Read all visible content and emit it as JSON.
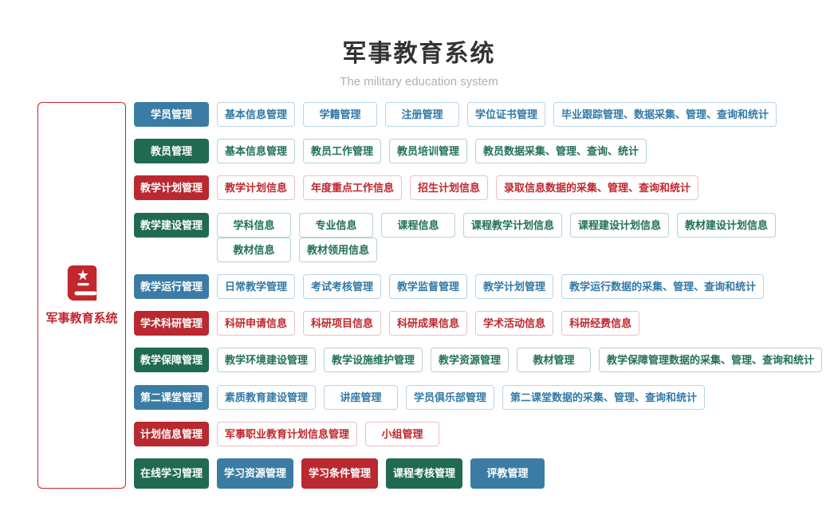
{
  "header": {
    "title": "军事教育系统",
    "subtitle": "The military education system"
  },
  "sidebar": {
    "label": "军事教育系统",
    "icon": "book-star-icon"
  },
  "colors": {
    "blue": "#3a7ca4",
    "green": "#206a52",
    "red": "#b9292f",
    "blue_text": "#3279a6",
    "green_text": "#20705a",
    "red_text": "#c2262c",
    "blue_border": "#b9d4e4",
    "green_border": "#b4d4c9",
    "red_border": "#eebfc1",
    "sidebar_red": "#c1272d"
  },
  "rows": [
    {
      "category": "学员管理",
      "theme": "blue",
      "lines": [
        [
          "基本信息管理",
          "学籍管理",
          "注册管理",
          "学位证书管理",
          "毕业跟踪管理、数据采集、管理、查询和统计"
        ]
      ]
    },
    {
      "category": "教员管理",
      "theme": "green",
      "lines": [
        [
          "基本信息管理",
          "教员工作管理",
          "教员培训管理",
          "教员数据采集、管理、查询、统计"
        ]
      ]
    },
    {
      "category": "教学计划管理",
      "theme": "red",
      "lines": [
        [
          "教学计划信息",
          "年度重点工作信息",
          "招生计划信息",
          "录取信息数据的采集、管理、查询和统计"
        ]
      ]
    },
    {
      "category": "教学建设管理",
      "theme": "green",
      "lines": [
        [
          "学科信息",
          "专业信息",
          "课程信息",
          "课程教学计划信息",
          "课程建设计划信息",
          "教材建设计划信息"
        ],
        [
          "教材信息",
          "教材领用信息"
        ]
      ]
    },
    {
      "category": "教学运行管理",
      "theme": "blue",
      "lines": [
        [
          "日常教学管理",
          "考试考核管理",
          "教学监督管理",
          "教学计划管理",
          "教学运行数据的采集、管理、查询和统计"
        ]
      ]
    },
    {
      "category": "学术科研管理",
      "theme": "red",
      "lines": [
        [
          "科研申请信息",
          "科研项目信息",
          "科研成果信息",
          "学术活动信息",
          "科研经费信息"
        ]
      ]
    },
    {
      "category": "教学保障管理",
      "theme": "green",
      "lines": [
        [
          "教学环境建设管理",
          "教学设施维护管理",
          "教学资源管理",
          "教材管理",
          "教学保障管理数据的采集、管理、查询和统计"
        ]
      ]
    },
    {
      "category": "第二课堂管理",
      "theme": "blue",
      "lines": [
        [
          "素质教育建设管理",
          "讲座管理",
          "学员俱乐部管理",
          "第二课堂数据的采集、管理、查询和统计"
        ]
      ]
    },
    {
      "category": "计划信息管理",
      "theme": "red",
      "lines": [
        [
          "军事职业教育计划信息管理",
          "小组管理"
        ]
      ]
    },
    {
      "category": "在线学习管理",
      "theme": "green",
      "lines": [
        [
          {
            "label": "学习资源管理",
            "theme": "blue"
          },
          {
            "label": "学习条件管理",
            "theme": "red"
          },
          {
            "label": "课程考核管理",
            "theme": "green"
          },
          {
            "label": "评教管理",
            "theme": "blue"
          }
        ]
      ]
    }
  ]
}
